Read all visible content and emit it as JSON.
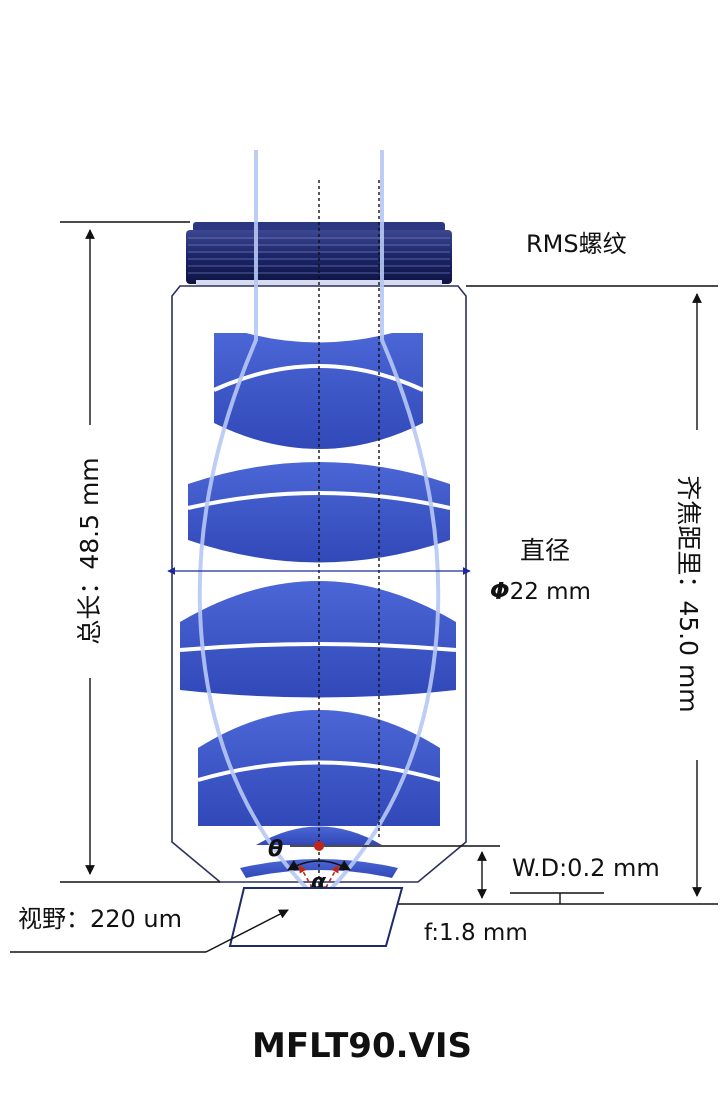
{
  "thread_label": "RMS螺纹",
  "total_length_label": "总长：48.5 mm",
  "parfocal_label": "齐焦距里：45.0 mm",
  "diameter_title": "直径",
  "diameter_symbol": "Φ",
  "diameter_value": "22 mm",
  "wd_label": "W.D:0.2 mm",
  "focal_label": "f:1.8 mm",
  "fov_label": "视野：220 um",
  "theta_symbol": "θ",
  "alpha_symbol": "α",
  "model_name": "MFLT90.VIS",
  "colors": {
    "lens_blue": "#3a56c8",
    "thread_navy": "#1b2466",
    "ray_light_blue": "#b7c8f4",
    "focus_red": "#c0271b",
    "dimension_line": "#111111"
  }
}
